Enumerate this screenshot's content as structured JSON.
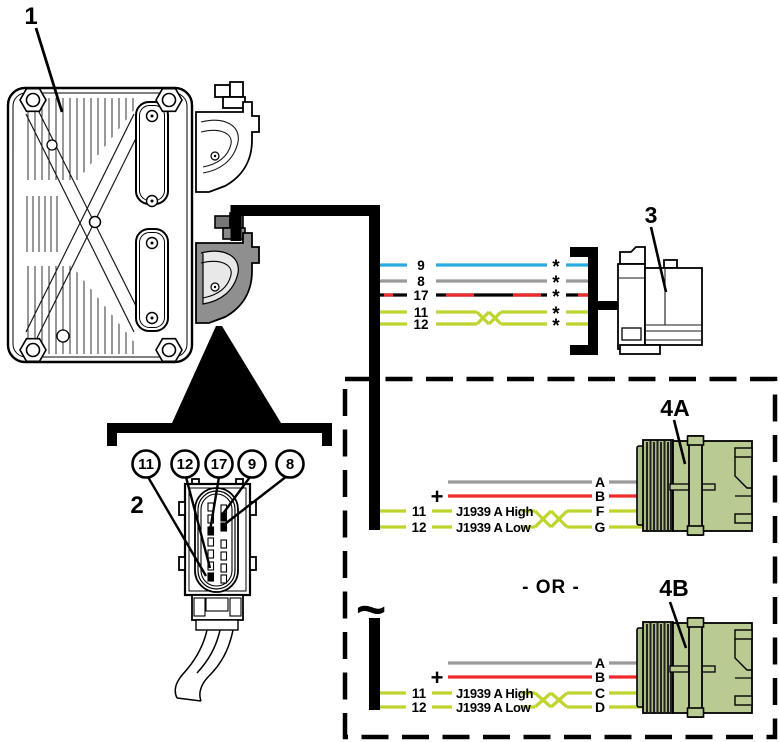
{
  "callouts": {
    "ecm": "1",
    "harness_detail": "2",
    "connector3": "3",
    "connector4a": "4A",
    "connector4b": "4B"
  },
  "symbols": {
    "or": "- OR -",
    "plus": "+",
    "asterisk": "*",
    "tilde": "~"
  },
  "detail_view": {
    "pin_callouts": [
      "11",
      "12",
      "17",
      "9",
      "8"
    ]
  },
  "connector3_branch": {
    "wires": [
      {
        "pin": "9",
        "color": "#29abe2",
        "color_name": "blue"
      },
      {
        "pin": "8",
        "color": "#9a9a9a",
        "color_name": "gray"
      },
      {
        "pin": "17",
        "color": "#000000",
        "stripe_color": "#ee2a2c",
        "color_name": "black/red"
      },
      {
        "pin": "11",
        "color": "#bfd42f",
        "color_name": "yellow-green"
      },
      {
        "pin": "12",
        "color": "#bfd42f",
        "color_name": "yellow-green"
      }
    ]
  },
  "connector4a_branch": {
    "wires": [
      {
        "ecm_pin": "",
        "signal": "",
        "pin": "A",
        "color": "#9a9a9a"
      },
      {
        "ecm_pin": "",
        "signal": "",
        "pin": "B",
        "color": "#ee2a2c",
        "prefix": "+"
      },
      {
        "ecm_pin": "11",
        "signal": "J1939 A High",
        "pin": "F",
        "color": "#bfd42f"
      },
      {
        "ecm_pin": "12",
        "signal": "J1939 A Low",
        "pin": "G",
        "color": "#bfd42f"
      }
    ]
  },
  "connector4b_branch": {
    "wires": [
      {
        "ecm_pin": "",
        "signal": "",
        "pin": "A",
        "color": "#9a9a9a"
      },
      {
        "ecm_pin": "",
        "signal": "",
        "pin": "B",
        "color": "#ee2a2c",
        "prefix": "+"
      },
      {
        "ecm_pin": "11",
        "signal": "J1939 A High",
        "pin": "C",
        "color": "#bfd42f"
      },
      {
        "ecm_pin": "12",
        "signal": "J1939 A Low",
        "pin": "D",
        "color": "#bfd42f"
      }
    ]
  },
  "colors": {
    "connector_green": "#b9ca93",
    "connector_green_dark": "#a9bd85",
    "wire_blue": "#29abe2",
    "wire_gray": "#9a9a9a",
    "wire_red": "#ee2a2c",
    "wire_green": "#bfd42f",
    "line_black": "#000000"
  }
}
